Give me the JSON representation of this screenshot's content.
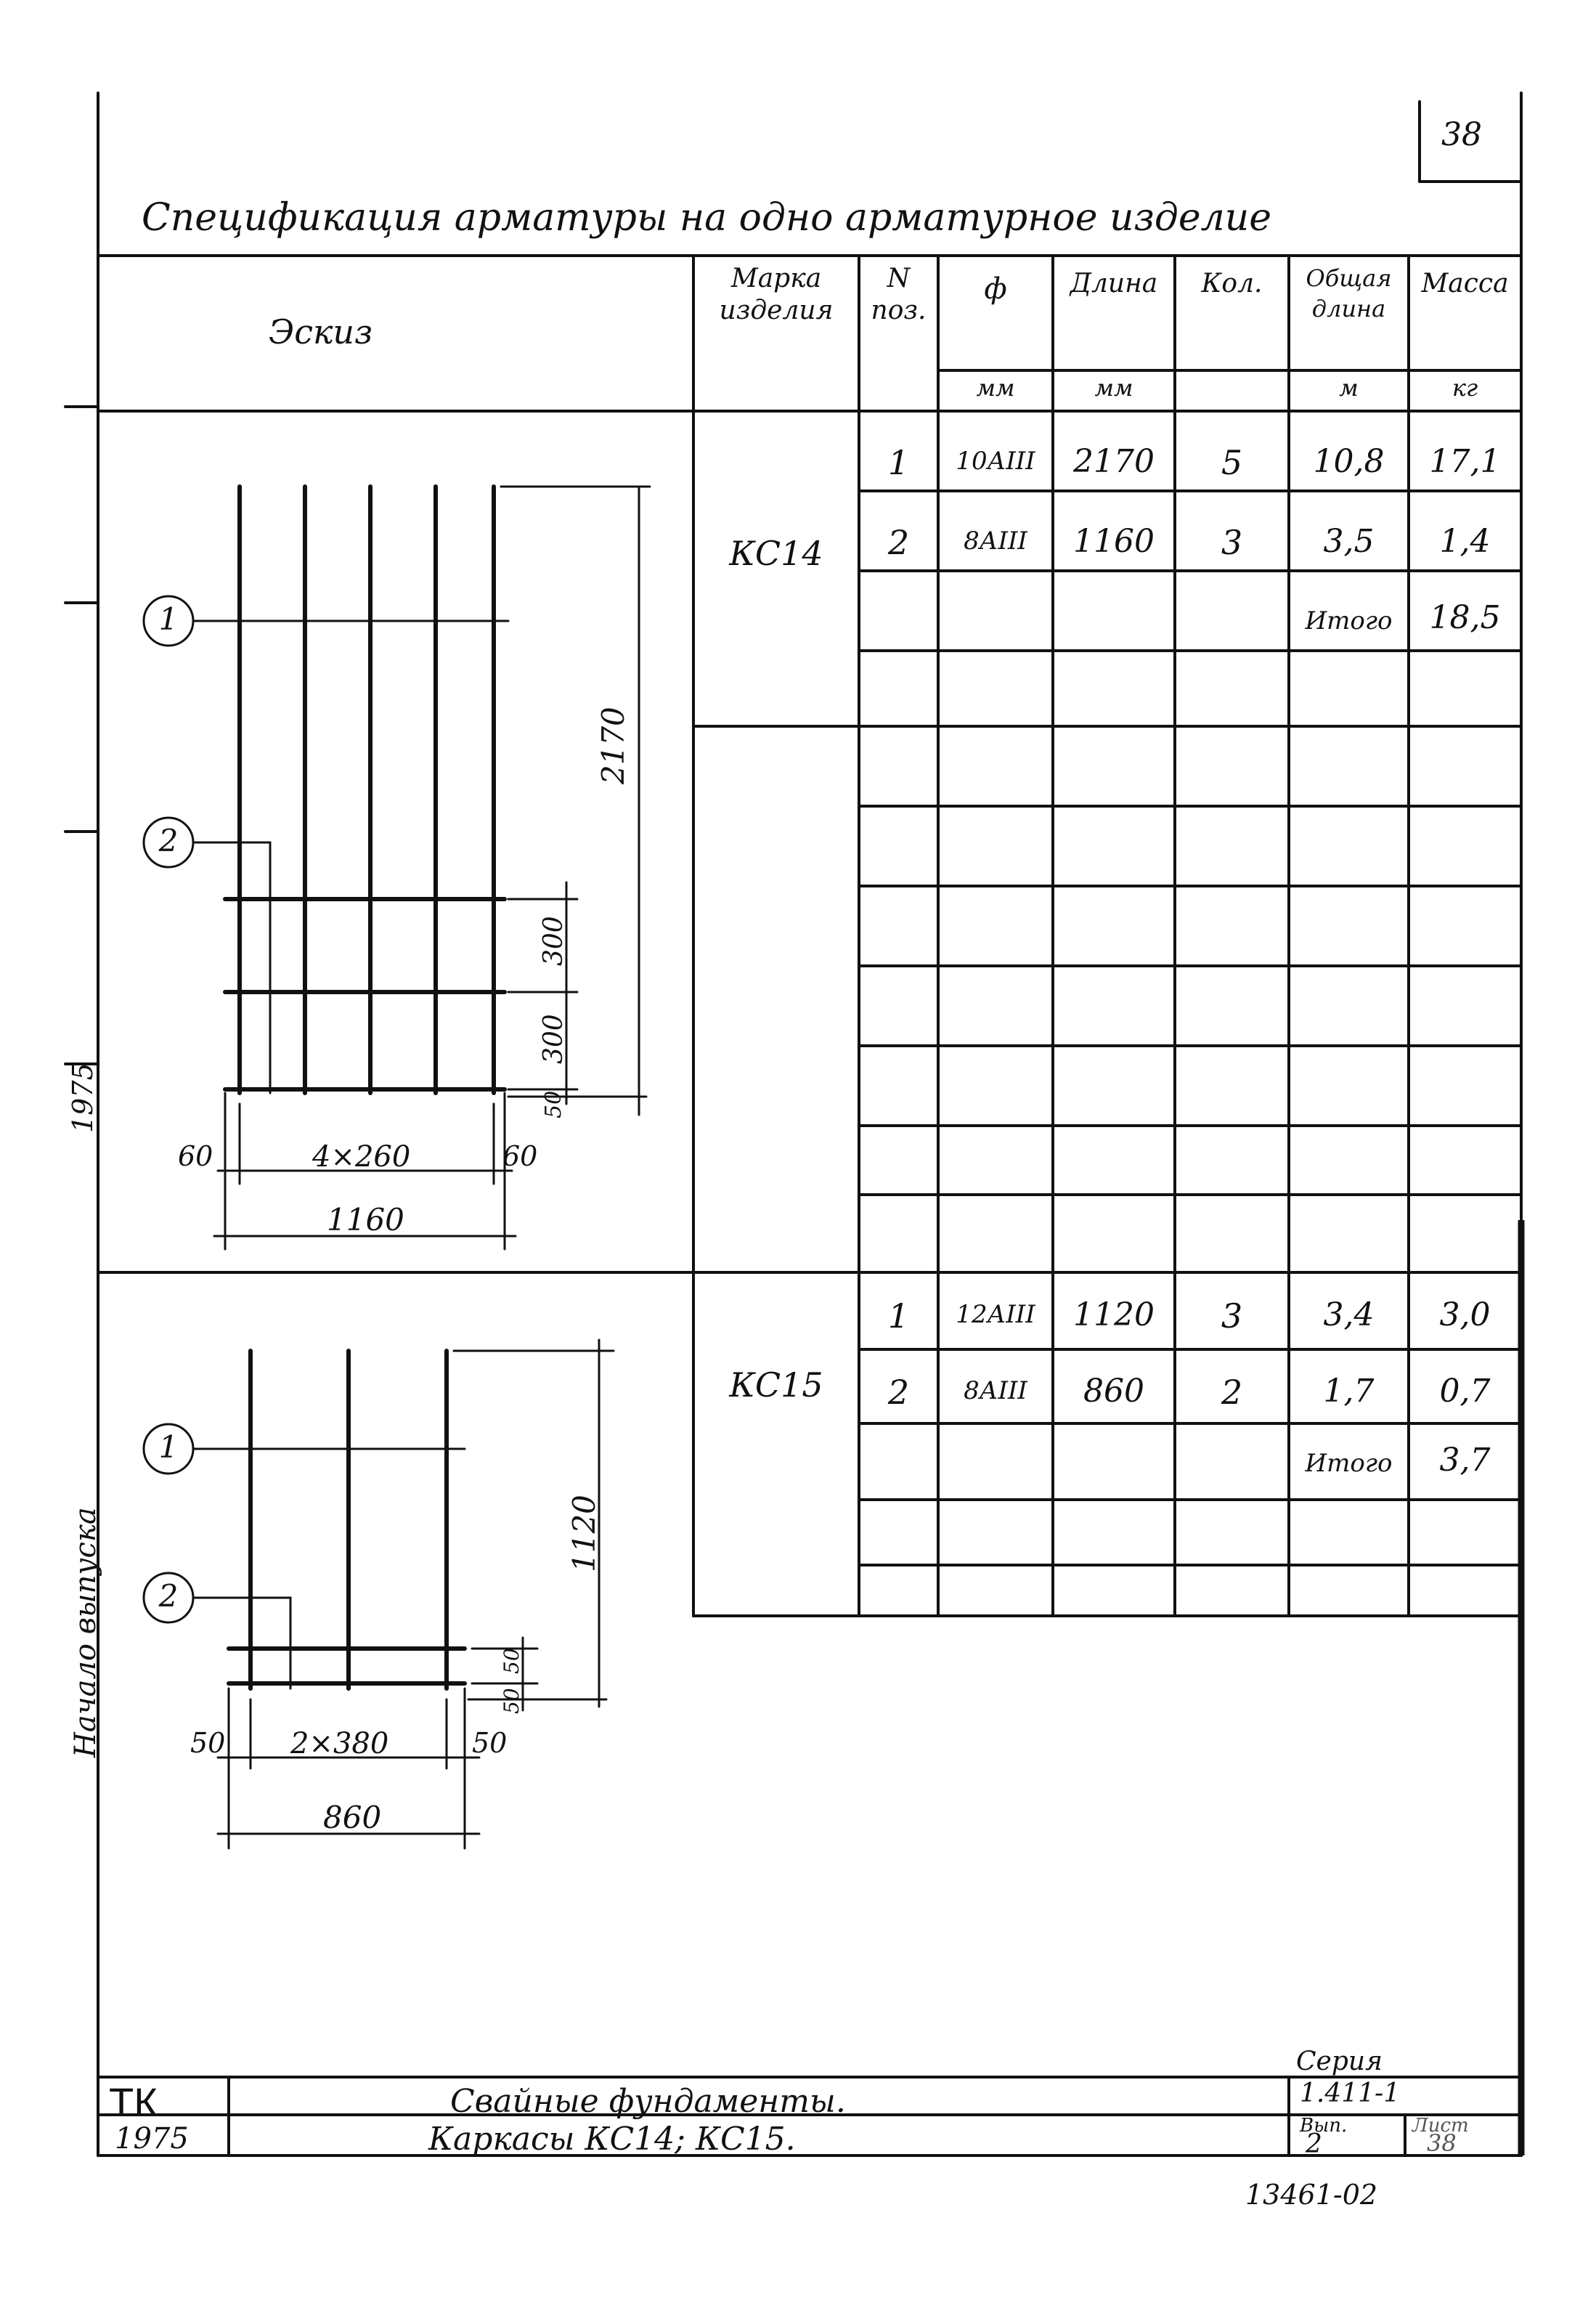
{
  "sheet_number": "38",
  "title": "Спецификация арматуры на одно арматурное изделие",
  "table": {
    "headers": {
      "sketch": "Эскиз",
      "mark": "Марка изделия",
      "pos": "N поз.",
      "diam": "ф",
      "diam_unit": "мм",
      "length": "Длина",
      "length_unit": "мм",
      "qty": "Кол.",
      "total_length": "Общая длина",
      "total_length_unit": "м",
      "mass": "Масса",
      "mass_unit": "кг"
    },
    "groups": [
      {
        "mark": "КС14",
        "rows": [
          {
            "pos": "1",
            "diam": "10АIII",
            "length": "2170",
            "qty": "5",
            "total": "10,8",
            "mass": "17,1"
          },
          {
            "pos": "2",
            "diam": "8АIII",
            "length": "1160",
            "qty": "3",
            "total": "3,5",
            "mass": "1,4"
          }
        ],
        "total_label": "Итого",
        "total_mass": "18,5"
      },
      {
        "mark": "КС15",
        "rows": [
          {
            "pos": "1",
            "diam": "12АIII",
            "length": "1120",
            "qty": "3",
            "total": "3,4",
            "mass": "3,0"
          },
          {
            "pos": "2",
            "diam": "8АIII",
            "length": "860",
            "qty": "2",
            "total": "1,7",
            "mass": "0,7"
          }
        ],
        "total_label": "Итого",
        "total_mass": "3,7"
      }
    ]
  },
  "sketch1": {
    "pos1": "1",
    "pos2": "2",
    "dim_height": "2170",
    "dim_300a": "300",
    "dim_300b": "300",
    "dim_50": "50",
    "dim_60_left": "60",
    "dim_spacing": "4×260",
    "dim_60_right": "60",
    "dim_width": "1160"
  },
  "sketch2": {
    "pos1": "1",
    "pos2": "2",
    "dim_height": "1120",
    "dim_50_top": "50",
    "dim_50_bottom": "50",
    "dim_50_left": "50",
    "dim_spacing": "2×380",
    "dim_50_right": "50",
    "dim_width": "860"
  },
  "margin_notes": {
    "year_vertical": "1975",
    "stamp_vertical": "Начало выпуска"
  },
  "title_block": {
    "org": "ТК",
    "year": "1975",
    "line1": "Свайные фундаменты.",
    "line2": "Каркасы КС14; КС15.",
    "series_label": "Серия",
    "series_value": "1.411-1",
    "issue_label": "Вып.",
    "issue_value": "2",
    "sheet_label": "Лист",
    "sheet_value": "38"
  },
  "doc_number": "13461-02"
}
